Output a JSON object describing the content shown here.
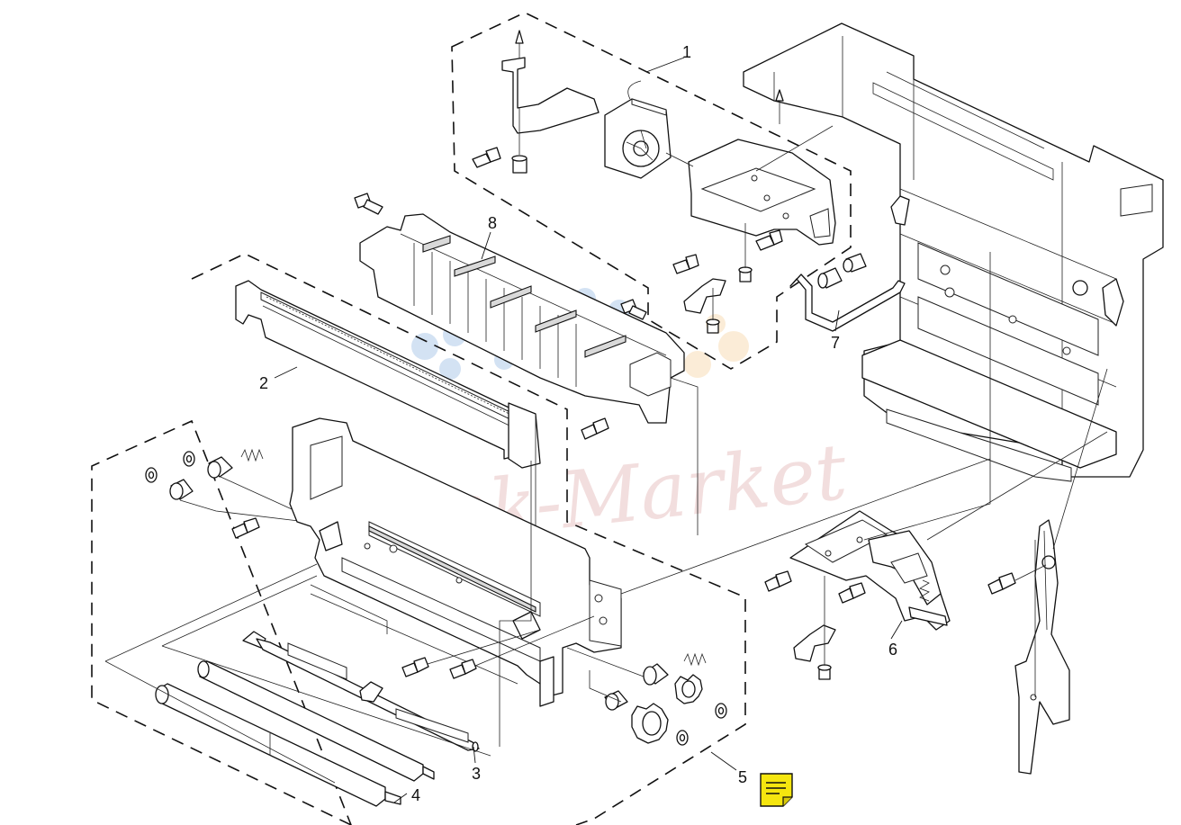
{
  "diagram": {
    "callouts": {
      "c1": "1",
      "c2": "2",
      "c3": "3",
      "c4": "4",
      "c5": "5",
      "c6": "6",
      "c7": "7",
      "c8": "8"
    },
    "watermark": "Ink-Market"
  },
  "note_icon": {
    "color": "#f5e60f",
    "name": "note-icon"
  }
}
